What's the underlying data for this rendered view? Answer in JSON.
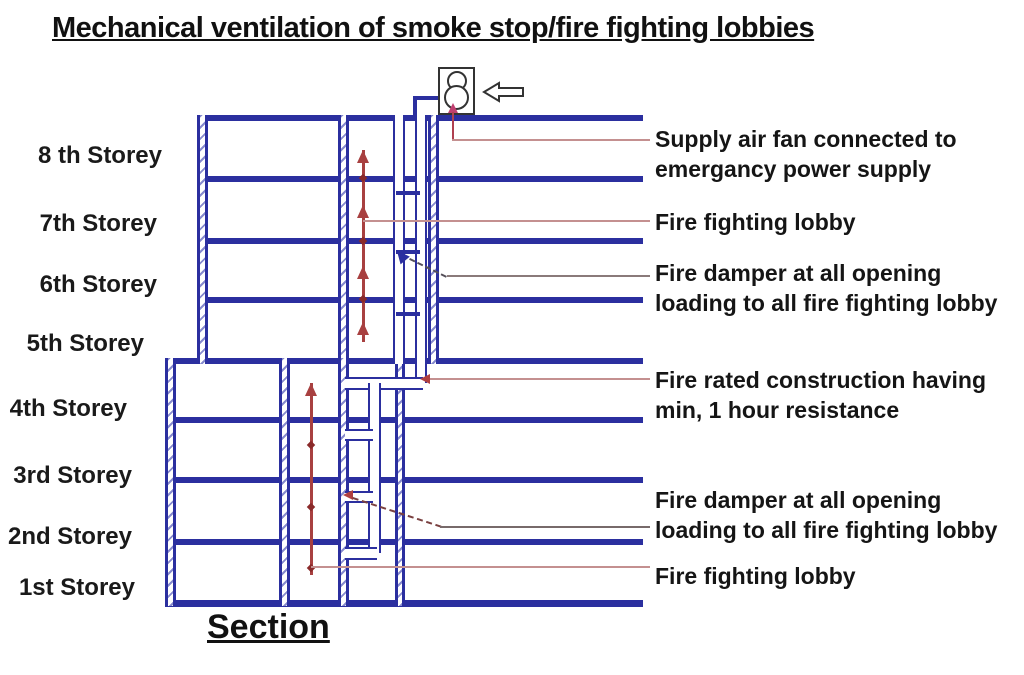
{
  "title": "Mechanical ventilation of smoke stop/fire fighting lobbies",
  "section_label": "Section",
  "storey_labels": [
    "8 th Storey",
    "7th Storey",
    "6th Storey",
    "5th Storey",
    "4th Storey",
    "3rd Storey",
    "2nd Storey",
    "1st Storey"
  ],
  "annotations": {
    "supply_fan_line1": "Supply air fan connected to",
    "supply_fan_line2": "emergancy power supply",
    "fire_fighting_lobby_upper": "Fire fighting lobby",
    "fire_damper_upper_line1": "Fire damper at all opening",
    "fire_damper_upper_line2": "loading to all fire fighting lobby",
    "fire_rated_line1": "Fire rated construction having",
    "fire_rated_line2": "min, 1 hour resistance",
    "fire_damper_lower_line1": "Fire damper at all opening",
    "fire_damper_lower_line2": "loading to all fire fighting lobby",
    "fire_fighting_lobby_lower": "Fire fighting lobby"
  },
  "icons": {
    "supply_fan": "fan-with-two-impellers",
    "air_intake_arrow": "hollow-left-arrow",
    "airflow_arrows": "red-up-arrows-in-shaft",
    "fire_damper_marker": "blue-damper-arrow"
  },
  "colors": {
    "structure_blue": "#2b2f9f",
    "flow_red": "#a84040",
    "leader_light_red": "#c49090",
    "leader_grey": "#8a7a7a",
    "text_black": "#151515",
    "background": "#ffffff"
  }
}
